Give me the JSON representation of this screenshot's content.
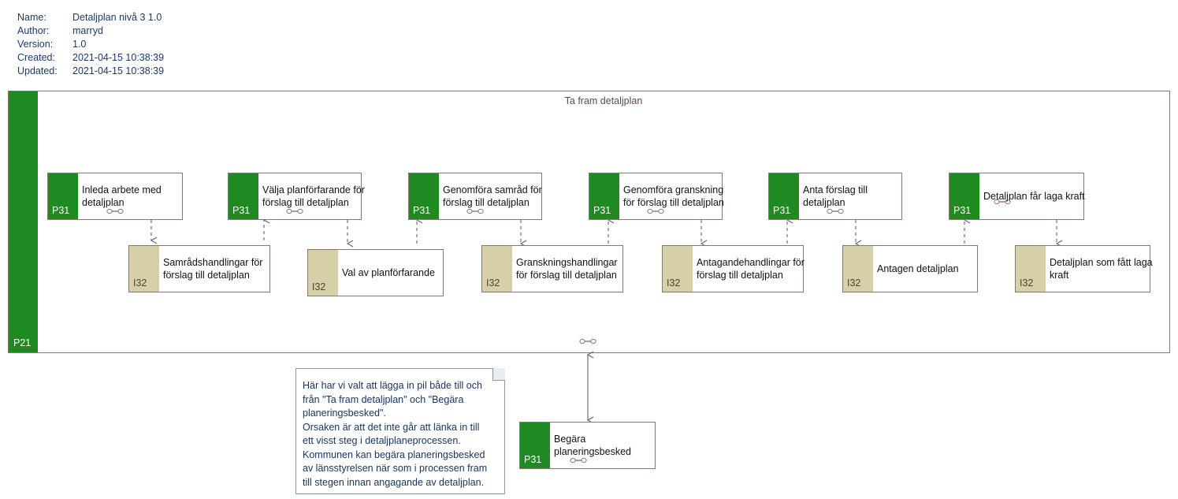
{
  "meta": {
    "rows": [
      {
        "label": "Name:",
        "value": "Detaljplan nivå 3 1.0"
      },
      {
        "label": "Author:",
        "value": "marryd"
      },
      {
        "label": "Version:",
        "value": "1.0"
      },
      {
        "label": "Created:",
        "value": "2021-04-15 10:38:39"
      },
      {
        "label": "Updated:",
        "value": "2021-04-15 10:38:39"
      }
    ]
  },
  "pool": {
    "title": "Ta fram detaljplan",
    "band_label": "P21",
    "band_color": "#1f8a21",
    "border_color": "#8a7671"
  },
  "icons": {
    "link": "link-icon"
  },
  "colors": {
    "process_tab": "#1f8a21",
    "information_tab": "#d6d0a8",
    "box_border": "#8a7671",
    "note_border": "#8899a6",
    "note_text": "#16335c",
    "meta_text": "#1b3a6b",
    "connector": "#5a6480"
  },
  "processes": [
    {
      "tab": "P31",
      "label": "Inleda arbete med\ndetaljplan"
    },
    {
      "tab": "P31",
      "label": "Välja planförfarande för\nförslag till detaljplan"
    },
    {
      "tab": "P31",
      "label": "Genomföra samråd för\nförslag till detaljplan"
    },
    {
      "tab": "P31",
      "label": "Genomföra granskning\nför förslag till detaljplan"
    },
    {
      "tab": "P31",
      "label": "Anta förslag till\ndetaljplan"
    },
    {
      "tab": "P31",
      "label": "Detaljplan får laga kraft"
    }
  ],
  "informations": [
    {
      "tab": "I32",
      "label": "Samrådshandlingar för\nförslag till detaljplan"
    },
    {
      "tab": "I32",
      "label": "Val av planförfarande"
    },
    {
      "tab": "I32",
      "label": "Granskningshandlingar\nför förslag till detaljplan"
    },
    {
      "tab": "I32",
      "label": "Antagandehandlingar för\nförslag till detaljplan"
    },
    {
      "tab": "I32",
      "label": "Antagen detaljplan"
    },
    {
      "tab": "I32",
      "label": "Detaljplan som fått laga\nkraft"
    }
  ],
  "external": {
    "tab": "P31",
    "label": "Begära\nplaneringsbesked"
  },
  "note": {
    "text": "Här har vi valt att lägga in pil både till och\nfrån \"Ta fram detaljplan\" och \"Begära\nplaneringsbesked\".\nOrsaken är att det inte går att länka in till\nett visst steg i detaljplaneprocessen.\nKommunen kan begära planeringsbesked\nav länsstyrelsen när som i processen fram\ntill stegen innan angagande av detaljplan."
  }
}
